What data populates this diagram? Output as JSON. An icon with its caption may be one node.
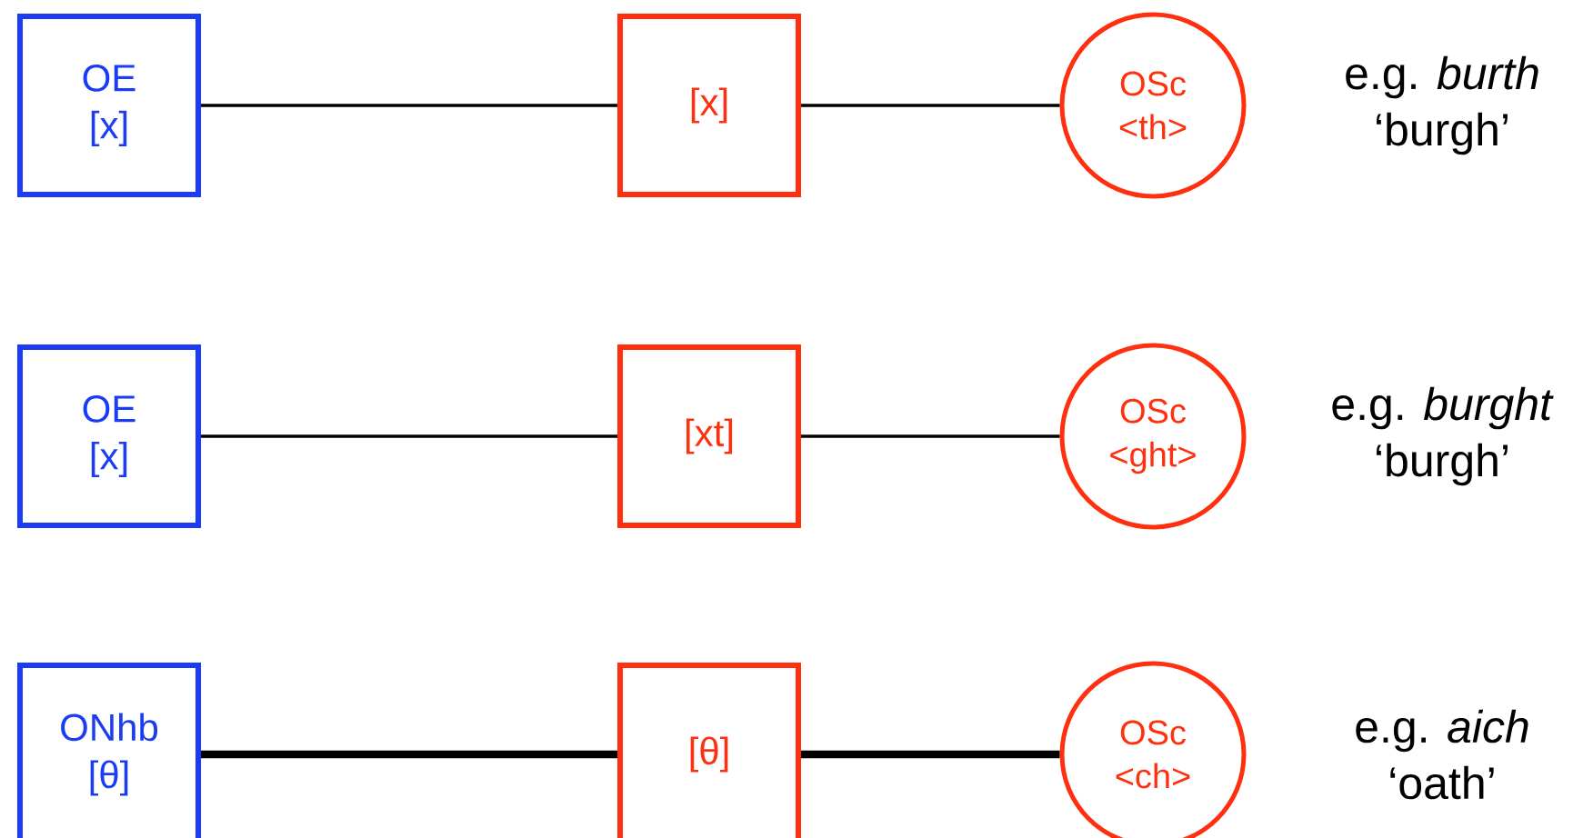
{
  "diagram": {
    "nodes": [
      {
        "text": [
          "OE",
          "[x]"
        ]
      },
      {
        "text": [
          "[x]"
        ]
      },
      {
        "text": [
          "OSc",
          "<th>"
        ],
        "beside": [
          "e.g. *burth*",
          "‘burgh’"
        ]
      },
      {
        "text": [
          "OE",
          "[x]"
        ]
      },
      {
        "text": [
          "[xt]"
        ]
      },
      {
        "text": [
          "OSc",
          "<ght>"
        ],
        "beside": [
          "e.g. *burght*",
          "‘burgh’"
        ]
      },
      {
        "text": [
          "ONhb",
          "[θ]"
        ]
      },
      {
        "text": [
          "[θ]"
        ]
      },
      {
        "text": [
          "OSc",
          "<ch>"
        ],
        "beside": [
          "e.g. *aich*",
          "‘oath’"
        ]
      }
    ],
    "edges": [
      {
        "from": 0,
        "to": 1,
        "arrow": "none"
      },
      {
        "from": 1,
        "to": 2,
        "arrow": "none"
      },
      {
        "from": 3,
        "to": 4,
        "arrow": "none"
      },
      {
        "from": 4,
        "to": 5,
        "arrow": "none"
      },
      {
        "from": 6,
        "to": 7,
        "arrow": "none",
        "style": "thick"
      },
      {
        "from": 7,
        "to": 8,
        "arrow": "none",
        "style": "thick"
      }
    ]
  }
}
